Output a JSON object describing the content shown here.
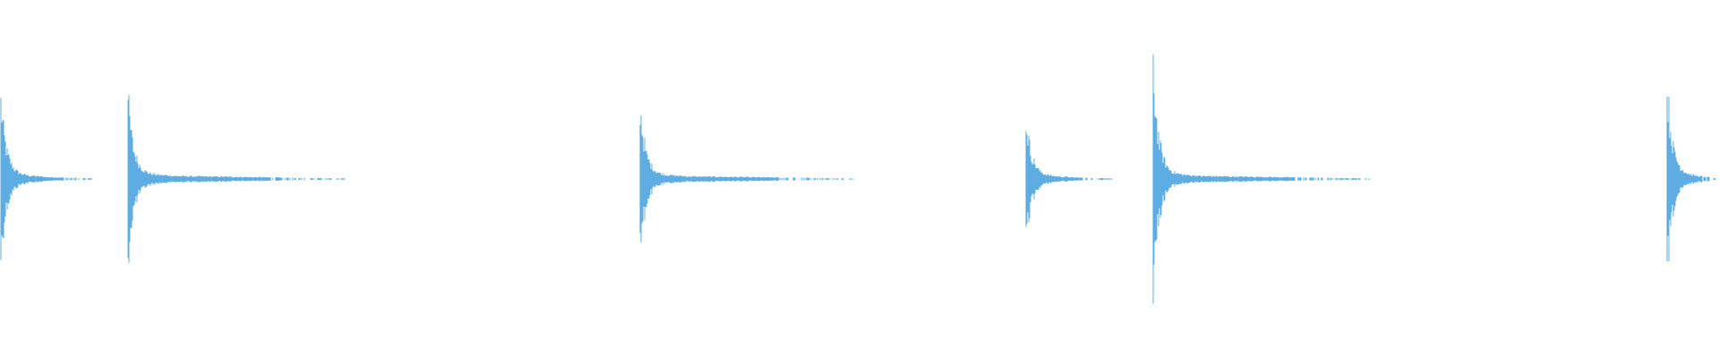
{
  "waveform": {
    "color": "#5dade2",
    "background": "#ffffff",
    "amplitude_range": [
      -1,
      1
    ],
    "duration_fraction": 1,
    "events": [
      {
        "onset": 0.0006,
        "peak_up": 0.57,
        "peak_down": 0.57,
        "tail": 0.055,
        "tail_level": 0.025
      },
      {
        "onset": 0.0745,
        "peak_up": 0.59,
        "peak_down": 0.59,
        "tail": 0.126,
        "tail_level": 0.028
      },
      {
        "onset": 0.3725,
        "peak_up": 0.54,
        "peak_down": 0.54,
        "tail": 0.124,
        "tail_level": 0.025
      },
      {
        "onset": 0.597,
        "peak_up": 0.45,
        "peak_down": 0.45,
        "tail": 0.05,
        "tail_level": 0.022
      },
      {
        "onset": 0.671,
        "peak_up": 0.82,
        "peak_down": 0.82,
        "tail": 0.126,
        "tail_level": 0.028
      },
      {
        "onset": 0.97,
        "peak_up": 0.69,
        "peak_down": 0.69,
        "tail": 0.03,
        "tail_level": 0.03
      }
    ]
  }
}
